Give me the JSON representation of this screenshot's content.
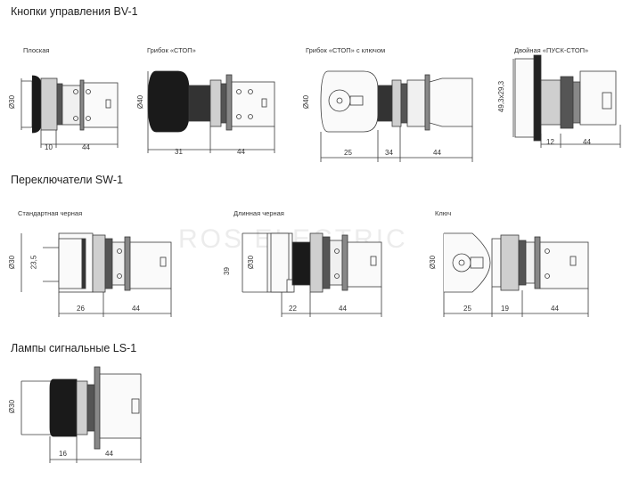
{
  "sections": {
    "bv1": "Кнопки управления BV-1",
    "sw1": "Переключатели SW-1",
    "ls1": "Лампы сигнальные LS-1"
  },
  "items": {
    "flat": {
      "caption": "Плоская",
      "dia": "Ø30",
      "d1": "10",
      "d2": "44"
    },
    "mushroom": {
      "caption": "Грибок «СТОП»",
      "dia": "Ø40",
      "d1": "31",
      "d2": "44"
    },
    "mushroom_key": {
      "caption": "Грибок «СТОП» с ключом",
      "dia": "Ø40",
      "d1": "25",
      "d2": "34",
      "d3": "44"
    },
    "double": {
      "caption": "Двойная «ПУСК-СТОП»",
      "dia": "49,3x29,3",
      "d1": "12",
      "d2": "44"
    },
    "standard": {
      "caption": "Стандартная черная",
      "dia": "Ø30",
      "inner": "23,5",
      "d1": "26",
      "d2": "44"
    },
    "long": {
      "caption": "Длинная черная",
      "dia": "Ø30",
      "h": "39",
      "d1": "22",
      "d2": "44"
    },
    "key": {
      "caption": "Ключ",
      "dia": "Ø30",
      "d1": "25",
      "d2": "19",
      "d3": "44"
    },
    "lamp": {
      "dia": "Ø30",
      "d1": "16",
      "d2": "44"
    }
  },
  "watermark": "ROS ELECTRIC"
}
